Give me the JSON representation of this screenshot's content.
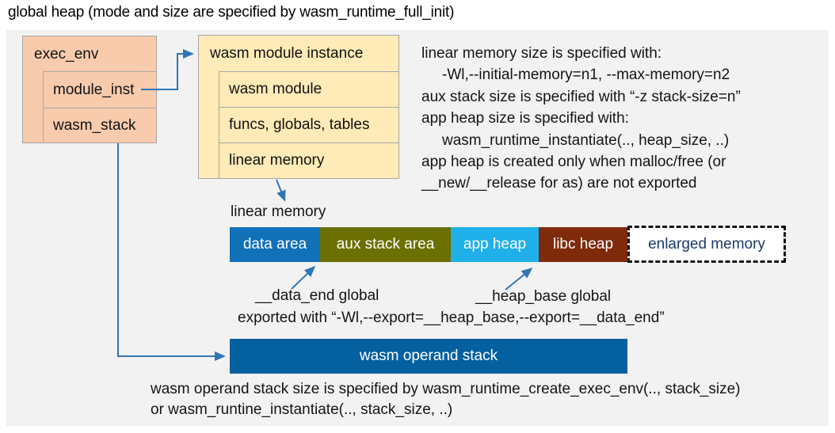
{
  "title": "global heap (mode and size are specified by wasm_runtime_full_init)",
  "exec_env_box": {
    "title": "exec_env",
    "rows": [
      {
        "label": "module_inst"
      },
      {
        "label": "wasm_stack"
      }
    ]
  },
  "module_instance_box": {
    "title": "wasm module instance",
    "rows": [
      {
        "label": "wasm module"
      },
      {
        "label": "funcs, globals, tables"
      },
      {
        "label": "linear memory"
      }
    ]
  },
  "memory_notes": {
    "lines": [
      "linear memory size is specified with:",
      "-Wl,--initial-memory=n1, --max-memory=n2",
      "aux stack size is specified with “-z stack-size=n”",
      "app heap size is specified with:",
      "wasm_runtime_instantiate(.., heap_size, ..)",
      "app heap is created only when malloc/free (or",
      "__new/__release for as) are not exported"
    ]
  },
  "linear_memory": {
    "label": "linear memory",
    "segments": [
      {
        "label": "data area",
        "color": "#1070B8"
      },
      {
        "label": "aux stack area",
        "color": "#6C7000"
      },
      {
        "label": "app heap",
        "color": "#1FB0EA"
      },
      {
        "label": "libc heap",
        "color": "#7E2A0B"
      },
      {
        "label": "enlarged memory",
        "color": "#FFFFFF",
        "border_style": "dashed"
      }
    ]
  },
  "globals_labels": {
    "data_end": "__data_end global",
    "heap_base": "__heap_base global",
    "export_note": "exported with “-Wl,--export=__heap_base,--export=__data_end”"
  },
  "operand_stack": {
    "label": "wasm operand stack",
    "notes": [
      "wasm operand stack size is specified by wasm_runtime_create_exec_env(.., stack_size)",
      "or wasm_runtine_instantiate(.., stack_size, ..)"
    ]
  },
  "colors": {
    "panel_bg": "#F2F2F2",
    "exec_env_fill": "#F8CBAD",
    "module_instance_fill": "#FFEBB7",
    "data_area": "#1070B8",
    "aux_stack_area": "#6C7000",
    "app_heap": "#1FB0EA",
    "libc_heap": "#7E2A0B",
    "operand_stack_bar": "#05609F",
    "arrow": "#2E75B6",
    "enlarged_memory_text": "#1B3A6B"
  }
}
